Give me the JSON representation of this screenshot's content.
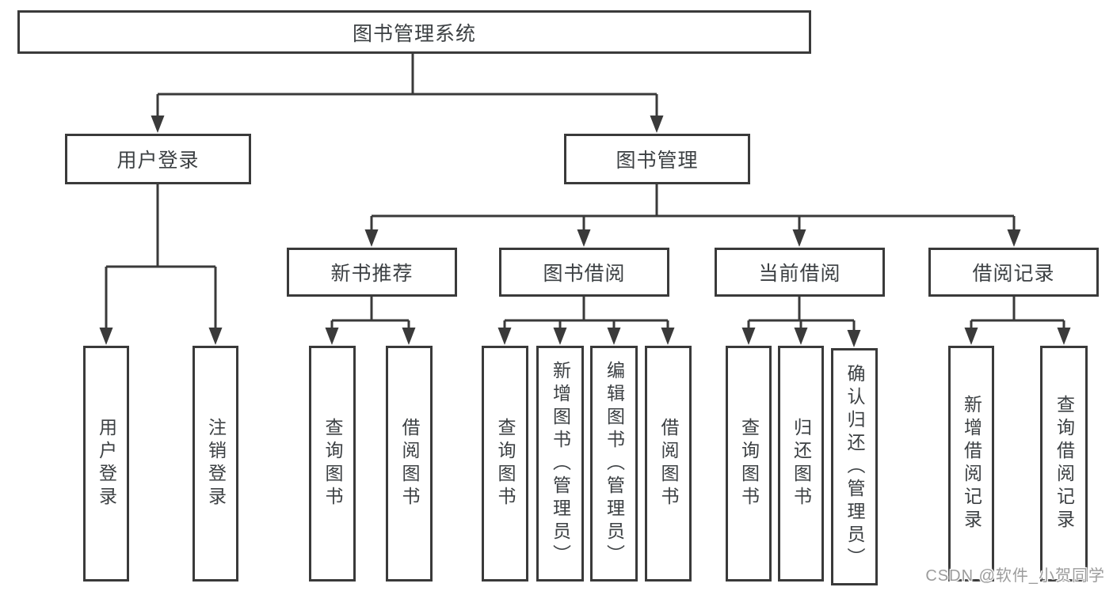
{
  "colors": {
    "line": "#3a3a3a",
    "text": "#3c4043",
    "box_background": "#ffffff",
    "watermark": "#9c9c9c"
  },
  "watermark": {
    "text": "CSDN @软件_小贺同学"
  },
  "tree": {
    "root": "图书管理系统",
    "branches": [
      {
        "label": "用户登录",
        "children": [
          "用户登录",
          "注销登录"
        ]
      },
      {
        "label": "图书管理",
        "modules": [
          {
            "label": "新书推荐",
            "children": [
              "查询图书",
              "借阅图书"
            ]
          },
          {
            "label": "图书借阅",
            "children": [
              "查询图书",
              "新增图书（管理员）",
              "编辑图书（管理员）",
              "借阅图书"
            ]
          },
          {
            "label": "当前借阅",
            "children": [
              "查询图书",
              "归还图书",
              "确认归还（管理员）"
            ]
          },
          {
            "label": "借阅记录",
            "children": [
              "新增借阅记录",
              "查询借阅记录"
            ]
          }
        ]
      }
    ]
  }
}
